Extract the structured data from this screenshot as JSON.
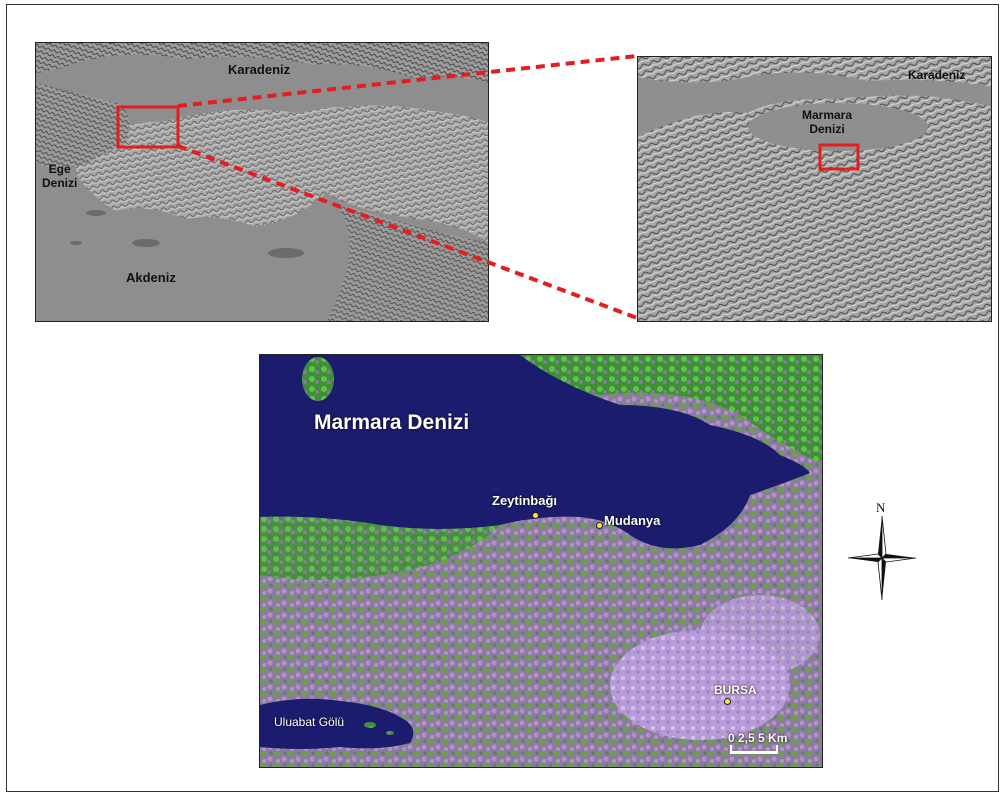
{
  "overview_map": {
    "labels": {
      "sea_north": "Karadeniz",
      "sea_west": "Ege\nDenizi",
      "sea_south": "Akdeniz"
    }
  },
  "regional_map": {
    "labels": {
      "sea_north": "Karadeniz",
      "sea_center": "Marmara\nDenizi"
    }
  },
  "satellite_map": {
    "labels": {
      "sea": "Marmara Denizi",
      "city_1": "Zeytinbağı",
      "city_2": "Mudanya",
      "city_3": "BURSA",
      "lake": "Uluabat Gölü"
    },
    "scale": {
      "label": "0 2,5 5 Km"
    }
  },
  "north_arrow": {
    "label": "N"
  },
  "colors": {
    "inset_box": "#e41e1e",
    "connector": "#e41e1e",
    "city_marker": "#ffe14a",
    "sea": "#1c1c6e"
  }
}
